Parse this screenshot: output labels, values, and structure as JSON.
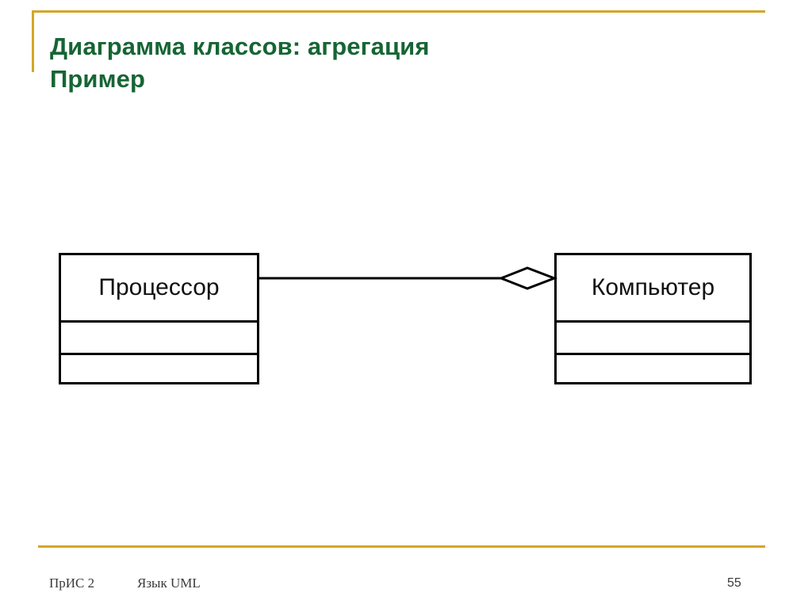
{
  "slide": {
    "background_color": "#ffffff",
    "accent_color": "#d4a62a",
    "title_color": "#166534",
    "title_line_1": "Диаграмма классов: агрегация",
    "title_line_2": "Пример"
  },
  "diagram": {
    "type": "uml-class-diagram",
    "relationship": "aggregation",
    "classes": [
      {
        "name": "Процессор",
        "role": "part",
        "compartments": [
          "Процессор",
          "",
          ""
        ]
      },
      {
        "name": "Компьютер",
        "role": "whole",
        "compartments": [
          "Компьютер",
          "",
          ""
        ]
      }
    ],
    "connector": {
      "kind": "aggregation",
      "diamond": "hollow",
      "diamond_at": "Компьютер",
      "line_color": "#000000"
    }
  },
  "footer": {
    "course": "ПрИС 2",
    "section": "Язык UML",
    "page_number": "55"
  }
}
